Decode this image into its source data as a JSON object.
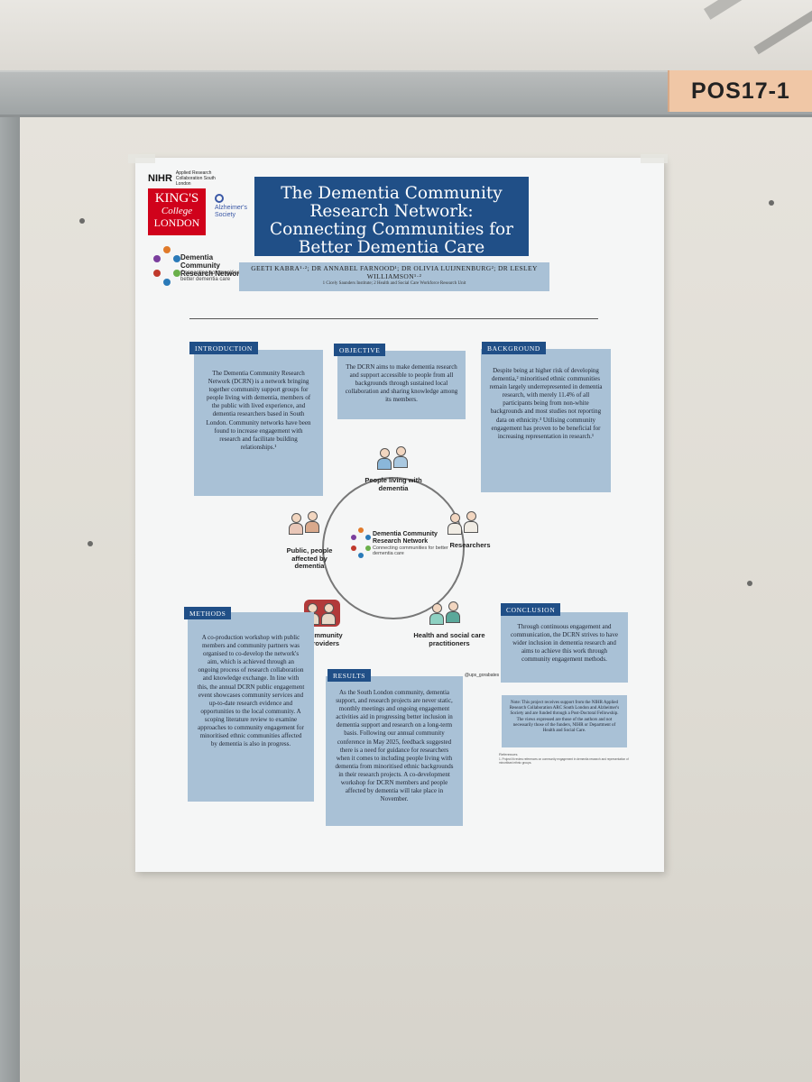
{
  "environment": {
    "board_label": "POS17-1"
  },
  "poster": {
    "logos": {
      "nihr": "NIHR",
      "nihr_subtitle": "Applied Research Collaboration South London",
      "kcl": [
        "KING'S",
        "College",
        "LONDON"
      ],
      "alzheimers": "Alzheimer's Society",
      "dcrn_name": "Dementia Community Research Network",
      "dcrn_tagline": "Connecting communities for better dementia care"
    },
    "title": "The Dementia Community Research Network: Connecting Communities for Better Dementia Care",
    "authors": "GEETI KABRA¹·²; DR ANNABEL FARNOOD¹; DR OLIVIA LUIJNENBURG²; DR LESLEY WILLIAMSON¹·²",
    "affiliations": "1 Cicely Saunders Institute; 2 Health and Social Care Workforce Research Unit",
    "sections": {
      "introduction": {
        "heading": "INTRODUCTION",
        "body": "The Dementia Community Research Network (DCRN) is a network bringing together community support groups for people living with dementia, members of the public with lived experience, and dementia researchers based in South London. Community networks have been found to increase engagement with research and facilitate building relationships.¹"
      },
      "objective": {
        "heading": "OBJECTIVE",
        "body": "The DCRN aims to make dementia research and support accessible to people from all backgrounds through sustained local collaboration and sharing knowledge among its members."
      },
      "background": {
        "heading": "BACKGROUND",
        "body": "Despite being at higher risk of developing dementia,² minoritised ethnic communities remain largely underrepresented in dementia research, with merely 11.4% of all participants being from non-white backgrounds and most studies not reporting data on ethnicity.³ Utilising community engagement has proven to be beneficial for increasing representation in research.¹"
      },
      "methods": {
        "heading": "METHODS",
        "body": "A co-production workshop with public members and community partners was organised to co-develop the network's aim, which is achieved through an ongoing process of research collaboration and knowledge exchange. In line with this, the annual DCRN public engagement event showcases community services and up-to-date research evidence and opportunities to the local community. A scoping literature review to examine approaches to community engagement for minoritised ethnic communities affected by dementia is also in progress."
      },
      "results": {
        "heading": "RESULTS",
        "body": "As the South London community, dementia support, and research projects are never static, monthly meetings and ongoing engagement activities aid in progressing better inclusion in dementia support and research on a long-term basis. Following our annual community conference in May 2025, feedback suggested there is a need for guidance for researchers when it comes to including people living with dementia from minoritised ethnic backgrounds in their research projects. A co-development workshop for DCRN members and people affected by dementia will take place in November."
      },
      "conclusion": {
        "heading": "CONCLUSION",
        "body": "Through continuous engagement and communication, the DCRN strives to have wider inclusion in dementia research and aims to achieve this work through community engagement methods."
      },
      "note": "Note: This project receives support from the NIHR Applied Research Collaboration ARC South London and Alzheimer's Society and are funded through a Post-Doctoral Fellowship. The views expressed are those of the authors and not necessarily those of the funders, NIHR or Department of Health and Social Care.",
      "references_heading": "References",
      "references_body": "1. Project lit review references on community engagement in dementia research and representation of minoritised ethnic groups.",
      "handle": "@ups_gorabates"
    },
    "diagram": {
      "center_name": "Dementia Community Research Network",
      "center_tagline": "Connecting communities for better dementia care",
      "nodes": {
        "people_living": "People living with dementia",
        "researchers": "Researchers",
        "health": "Health and social care practitioners",
        "community": "Community providers",
        "public": "Public, people affected by dementia"
      }
    }
  }
}
